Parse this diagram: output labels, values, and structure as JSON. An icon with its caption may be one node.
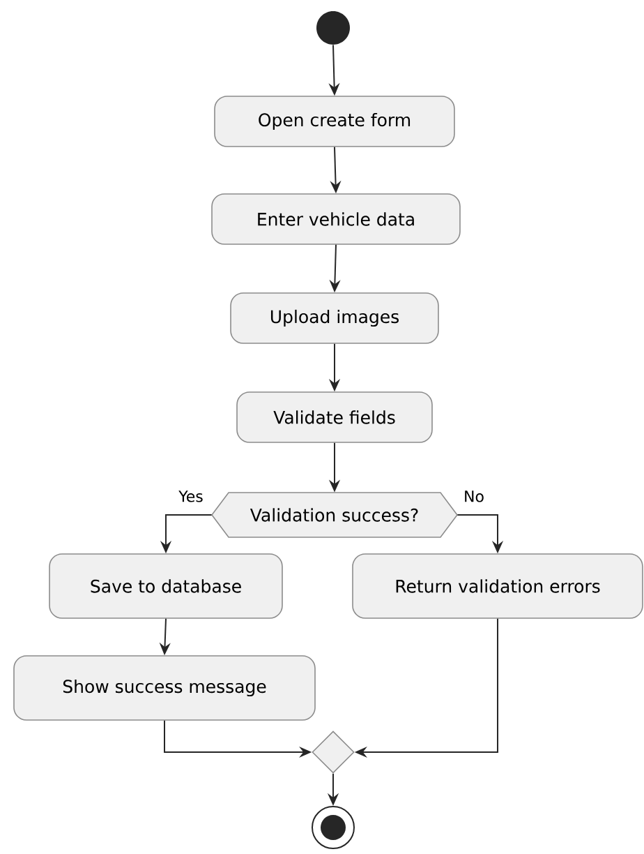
{
  "diagram": {
    "nodes": [
      {
        "text": [],
        "shape": "circle"
      },
      {
        "text": [
          "Open create form"
        ]
      },
      {
        "text": [
          "Enter vehicle data"
        ]
      },
      {
        "text": [
          "Upload images"
        ]
      },
      {
        "text": [
          "Validate fields"
        ]
      },
      {
        "text": [
          "Validation success?"
        ]
      },
      {
        "text": [
          "Save to database"
        ]
      },
      {
        "text": [
          "Return validation errors"
        ]
      },
      {
        "text": [
          "Show success message"
        ]
      },
      {
        "text": [],
        "shape": "diamond"
      },
      {
        "text": [],
        "shape": "circle"
      }
    ],
    "edges": [
      {
        "from": 0,
        "to": 1,
        "arrow": "to"
      },
      {
        "from": 1,
        "to": 2,
        "arrow": "to"
      },
      {
        "from": 2,
        "to": 3,
        "arrow": "to"
      },
      {
        "from": 3,
        "to": 4,
        "arrow": "to"
      },
      {
        "from": 4,
        "to": 5,
        "arrow": "to"
      },
      {
        "from": 5,
        "to": 6,
        "arrow": "to",
        "label": "Yes"
      },
      {
        "from": 5,
        "to": 7,
        "arrow": "to",
        "label": "No"
      },
      {
        "from": 6,
        "to": 8,
        "arrow": "to"
      },
      {
        "from": 8,
        "to": 9,
        "arrow": "to"
      },
      {
        "from": 7,
        "to": 9,
        "arrow": "to"
      },
      {
        "from": 9,
        "to": 10,
        "arrow": "to"
      }
    ]
  }
}
